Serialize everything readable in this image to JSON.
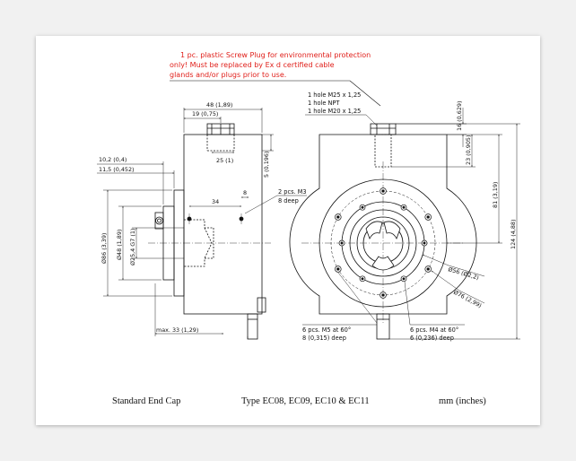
{
  "warning_note": {
    "line1": "1 pc. plastic Screw Plug for environmental protection",
    "line2": "only! Must be replaced by Ex d certified cable",
    "line3": "glands and/or plugs prior to use."
  },
  "hole_notes": {
    "line1": "1 hole M25 x 1,25",
    "line2": "1 hole NPT",
    "line3": "1 hole M20 x 1,25"
  },
  "dimensions": {
    "d48": "48 (1,89)",
    "d19": "19 (0,75)",
    "d25": "25 (1)",
    "d5": "5 (0,196)",
    "d10_2": "10,2 (0,4)",
    "d11_5": "11,5 (0,452)",
    "d34": "34",
    "d8": "8",
    "d2pcs": "2 pcs. M3",
    "d8deep": "8 deep",
    "d86": "Ø86 (3,39)",
    "d48dia": "Ø48 (1,89)",
    "d25_4": "Ø25,4 G7 (1)",
    "max33": "max. 33 (1,29)",
    "d16": "16 (0,629)",
    "d23": "23 (0,905)",
    "d81": "81 (3,19)",
    "d124": "124 (4,88)",
    "d56": "Ø56 (Ø2,2)",
    "d76": "Ø76 (2,99)",
    "m5_line1": "6 pcs. M5 at 60°",
    "m5_line2": "8 (0,315) deep",
    "m4_line1": "6 pcs. M4 at 60°",
    "m4_line2": "6 (0,236) deep"
  },
  "captions": {
    "left": "Standard End Cap",
    "center": "Type EC08, EC09, EC10 & EC11",
    "right": "mm (inches)"
  },
  "colors": {
    "warning_text": "#e0201b",
    "line": "#111111"
  }
}
